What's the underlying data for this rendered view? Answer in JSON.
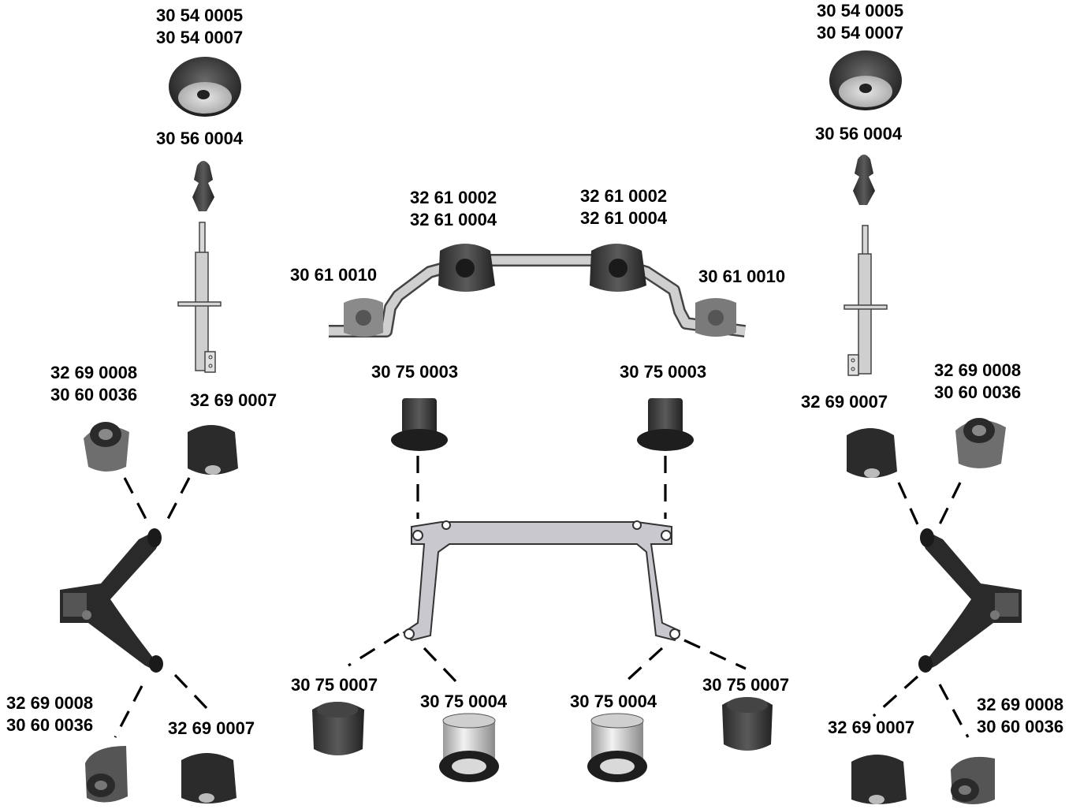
{
  "colors": {
    "rubber_dark": "#2b2b2b",
    "rubber_mid": "#4a4a4a",
    "metal_light": "#d9d9d9",
    "frame_gray": "#c8c8ce",
    "shock_gray": "#cfcfcf"
  },
  "labels": {
    "top_mount_left": [
      "30 54 0005",
      "30 54 0007"
    ],
    "top_mount_right": [
      "30 54 0005",
      "30 54 0007"
    ],
    "bump_stop_left": "30 56 0004",
    "bump_stop_right": "30 56 0004",
    "stab_bush_left": [
      "32 61 0002",
      "32 61 0004"
    ],
    "stab_bush_right": [
      "32 61 0002",
      "32 61 0004"
    ],
    "stab_end_left": "30 61 0010",
    "stab_end_right": "30 61 0010",
    "subframe_mount_left": "30 75 0003",
    "subframe_mount_right": "30 75 0003",
    "arm_upper_outer_left": [
      "32 69 0008",
      "30 60 0036"
    ],
    "arm_upper_inner_left": "32 69 0007",
    "arm_upper_inner_right": "32 69 0007",
    "arm_upper_outer_right": [
      "32 69 0008",
      "30 60 0036"
    ],
    "arm_lower_outer_left": [
      "32 69 0008",
      "30 60 0036"
    ],
    "arm_lower_inner_left": "32 69 0007",
    "arm_lower_inner_right": "32 69 0007",
    "arm_lower_outer_right": [
      "32 69 0008",
      "30 60 0036"
    ],
    "subframe_rear_a_left": "30 75 0007",
    "subframe_rear_b_left": "30 75 0004",
    "subframe_rear_b_right": "30 75 0004",
    "subframe_rear_a_right": "30 75 0007"
  }
}
